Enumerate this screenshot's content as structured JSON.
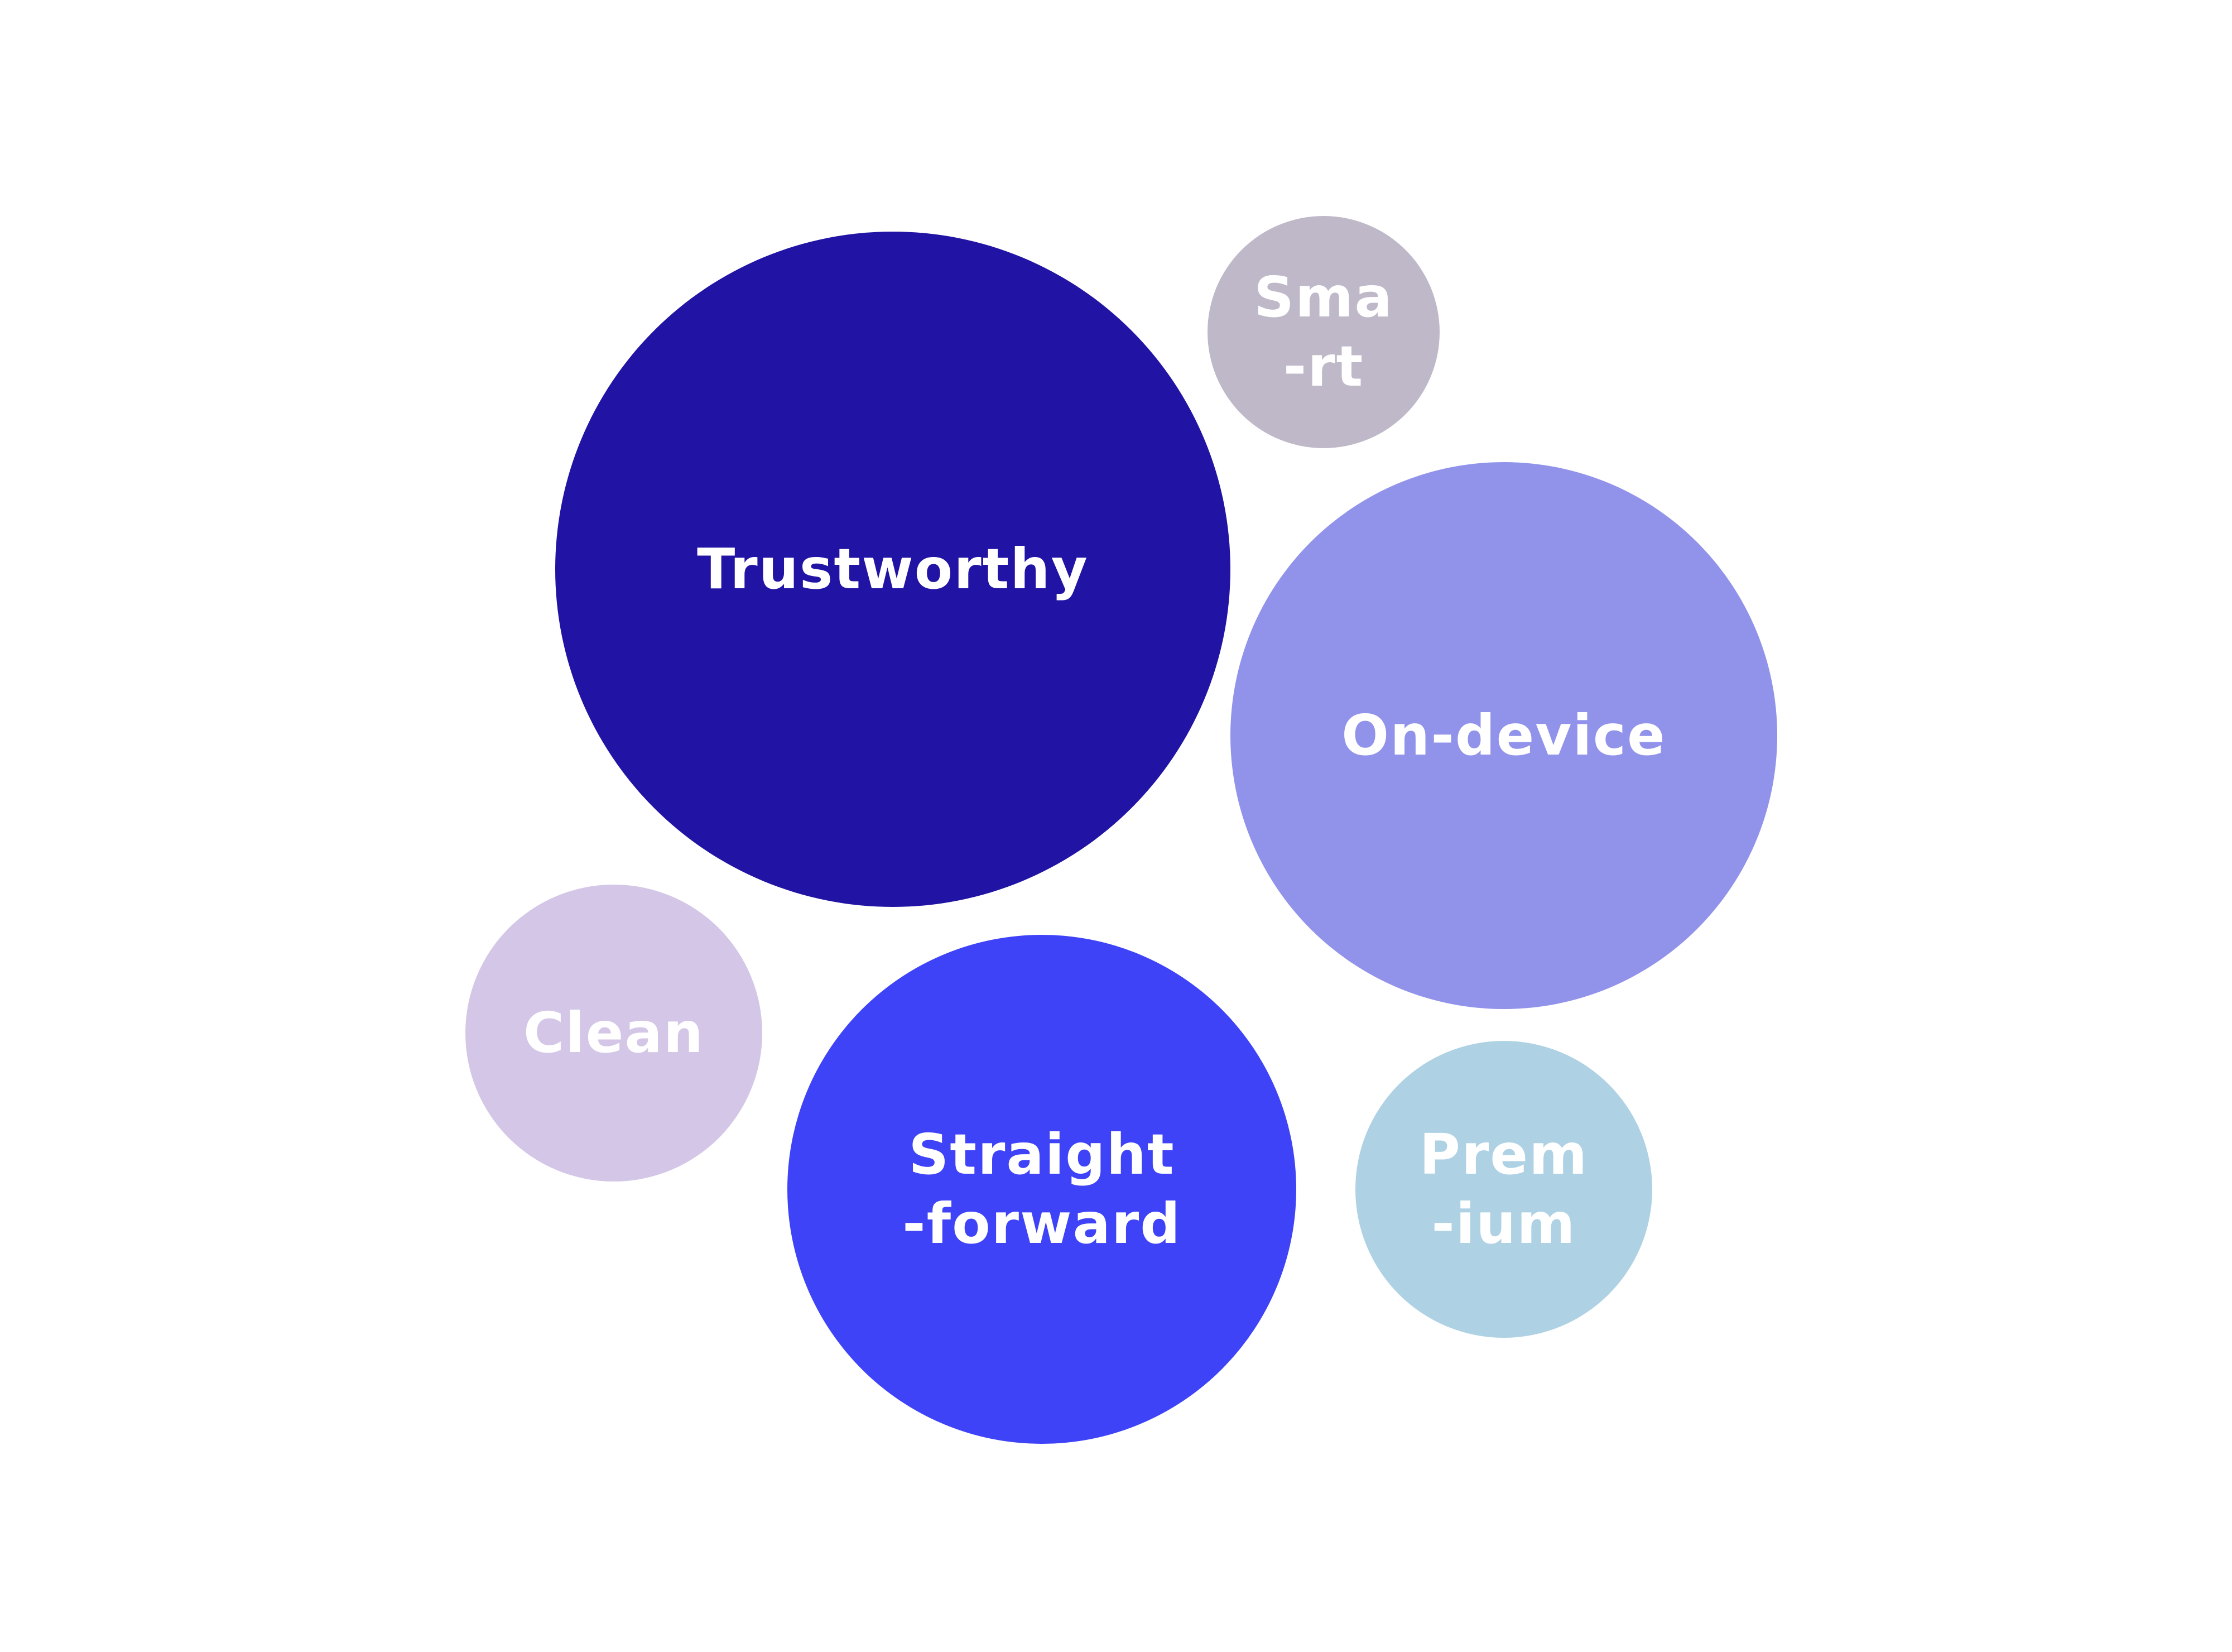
{
  "bubbles": [
    {
      "id": "trustworthy",
      "lines": [
        "Trustworthy"
      ],
      "color": "#2113A3"
    },
    {
      "id": "smart",
      "lines": [
        "Sma",
        "-rt"
      ],
      "color": "#BFB8C9"
    },
    {
      "id": "on-device",
      "lines": [
        "On-device"
      ],
      "color": "#9193EB"
    },
    {
      "id": "clean",
      "lines": [
        "Clean"
      ],
      "color": "#D4C6E7"
    },
    {
      "id": "straightforward",
      "lines": [
        "Straight",
        "-forward"
      ],
      "color": "#3F43F7"
    },
    {
      "id": "premium",
      "lines": [
        "Prem",
        "-ium"
      ],
      "color": "#AED2E4"
    }
  ]
}
